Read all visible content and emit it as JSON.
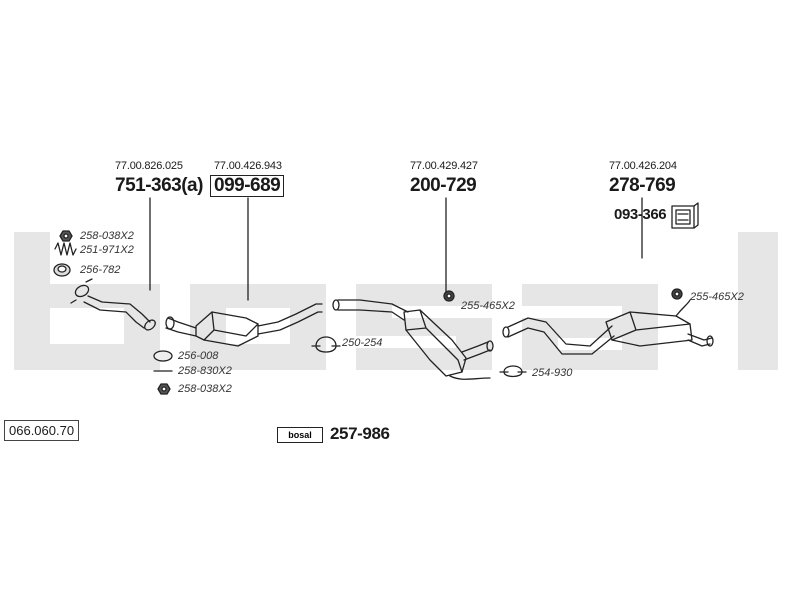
{
  "watermark": {
    "text": "bosal",
    "color": "#e6e6e6"
  },
  "catalog_ref": "066.060.70",
  "kit": {
    "logo_text": "bosal",
    "number": "257-986"
  },
  "main_parts": [
    {
      "oem": "77.00.826.025",
      "part": "751-363(a)"
    },
    {
      "oem": "77.00.426.943",
      "part": "099-689"
    },
    {
      "oem": "77.00.429.427",
      "part": "200-729"
    },
    {
      "oem": "77.00.426.204",
      "part": "278-769"
    }
  ],
  "bracket_part": "093-366",
  "fittings": [
    {
      "label": "258-038X2",
      "icon": "nut-icon"
    },
    {
      "label": "251-971X2",
      "icon": "spring-icon"
    },
    {
      "label": "256-782",
      "icon": "sealing-ring-icon"
    },
    {
      "label": "256-008",
      "icon": "gasket-icon"
    },
    {
      "label": "258-830X2",
      "icon": "bolt-icon"
    },
    {
      "label": "258-038X2",
      "icon": "nut-icon"
    },
    {
      "label": "250-254",
      "icon": "clamp-icon"
    },
    {
      "label": "255-465X2",
      "icon": "rubber-mount-icon"
    },
    {
      "label": "254-930",
      "icon": "clamp-icon"
    },
    {
      "label": "255-465X2",
      "icon": "rubber-mount-icon"
    }
  ]
}
